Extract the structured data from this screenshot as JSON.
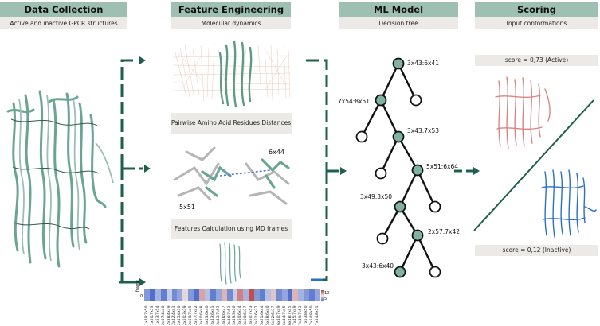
{
  "columns": {
    "data_collection": {
      "title": "Data Collection",
      "subtitle": "Active and inactive GPCR structures"
    },
    "feature_engineering": {
      "title": "Feature Engineering",
      "subtitle": "Molecular dynamics",
      "caption_distances": "Pairwise Amino Acid Residues Distances",
      "label_6x44": "6x44",
      "label_5x51": "5x51",
      "caption_features": "Features Calculation using MD frames",
      "heatmap_axis_label": "frame",
      "heatmap_y_tick": "0",
      "colorbar_ticks": [
        "10",
        "5"
      ]
    },
    "ml_model": {
      "title": "ML Model",
      "subtitle": "Decision tree",
      "node_labels": [
        "3x43:6x41",
        "7x54:8x51",
        "3x43:7x53",
        "5x51:6x64",
        "3x49:3x50",
        "2x57:7x42",
        "3x43:6x40"
      ]
    },
    "scoring": {
      "title": "Scoring",
      "subtitle": "Input conformations",
      "score_active": "score = 0,73 (Active)",
      "score_inactive": "score = 0,12 (Inactive)"
    }
  },
  "heatmap": {
    "features": [
      "1x49:7x50",
      "1x50:7x53",
      "1x53:7x54",
      "2x37:4x40",
      "2x38:4x39",
      "2x42:4x41",
      "2x45:4x50",
      "2x50:3x39",
      "2x50:7x49",
      "2x57:7x42",
      "3x40:6x48",
      "3x43:6x40",
      "3x43:6x41",
      "3x43:7x53",
      "3x46:6x37",
      "3x46:7x53",
      "3x49:3x50",
      "3x50:6x34",
      "3x50:6x37",
      "3x50:7x53",
      "3x51:6x37",
      "5x51:6x44",
      "5x58:6x40",
      "5x62:6x37",
      "6x40:7x49",
      "6x44:7x45",
      "6x48:7x45",
      "7x45:7x49",
      "7x49:7x53",
      "7x53:8x50",
      "7x54:8x50",
      "7x54:8x51"
    ],
    "values": [
      -0.6,
      -0.9,
      -0.4,
      -0.8,
      -0.2,
      -0.7,
      -0.5,
      0.1,
      -0.6,
      -0.9,
      0.4,
      -0.3,
      -0.8,
      -0.5,
      0.3,
      -0.7,
      -0.2,
      0.6,
      -0.4,
      0.9,
      -0.6,
      -0.8,
      -0.3,
      0.2,
      -0.7,
      -0.5,
      -0.9,
      0.3,
      -0.4,
      -0.6,
      -0.8,
      -0.5
    ],
    "colors": {
      "low": "#3f63c9",
      "mid": "#e8e8ee",
      "high": "#c23a3a"
    }
  },
  "colors": {
    "header_bg": "#9dc0b2",
    "subtitle_bg": "#eceae6",
    "arrow": "#1f5f4e",
    "tree_node": "#7fb39f",
    "active_protein": "#d98484",
    "inactive_protein": "#2a6fc9",
    "gpcr_green": "#6aa594"
  }
}
